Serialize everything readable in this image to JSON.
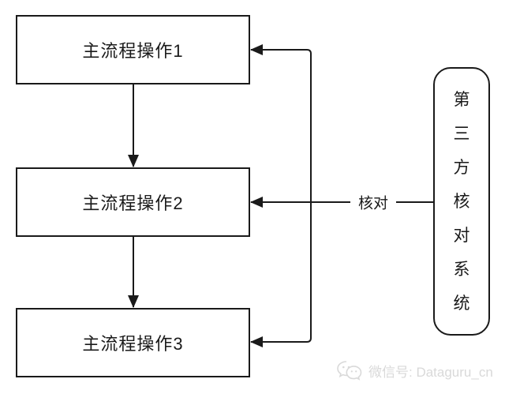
{
  "diagram": {
    "process_nodes": [
      {
        "label": "主流程操作1"
      },
      {
        "label": "主流程操作2"
      },
      {
        "label": "主流程操作3"
      }
    ],
    "side_node": {
      "label": "第三方核对系统"
    },
    "edge_label": "核对",
    "icons": [
      "arrow-down-icon",
      "arrow-left-icon"
    ]
  },
  "watermark": {
    "icon": "wechat-icon",
    "text": "微信号: Dataguru_cn"
  },
  "colors": {
    "line": "#1a1a1a",
    "background": "#ffffff",
    "watermark": "#d9d9d9"
  }
}
